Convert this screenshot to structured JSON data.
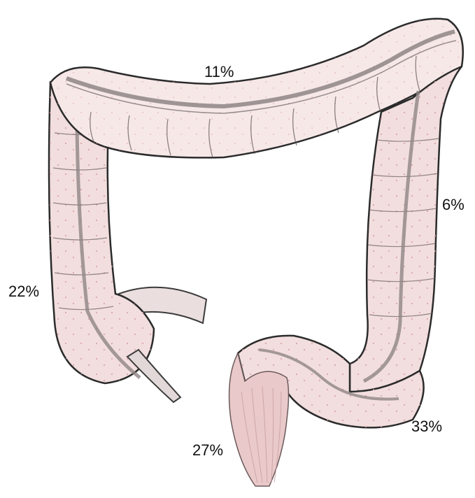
{
  "labels": {
    "transverse": "11%",
    "ascending": "22%",
    "descending": "6%",
    "rectum": "27%",
    "sigmoid": "33%"
  },
  "colors": {
    "tissue": "#f2dede",
    "tissue_light": "#f7e8e8",
    "outline": "#2b2b2b",
    "band": "#8f8585",
    "appendix": "#e3d8d8",
    "rectum": "#e9c9ca",
    "text": "#111111"
  }
}
